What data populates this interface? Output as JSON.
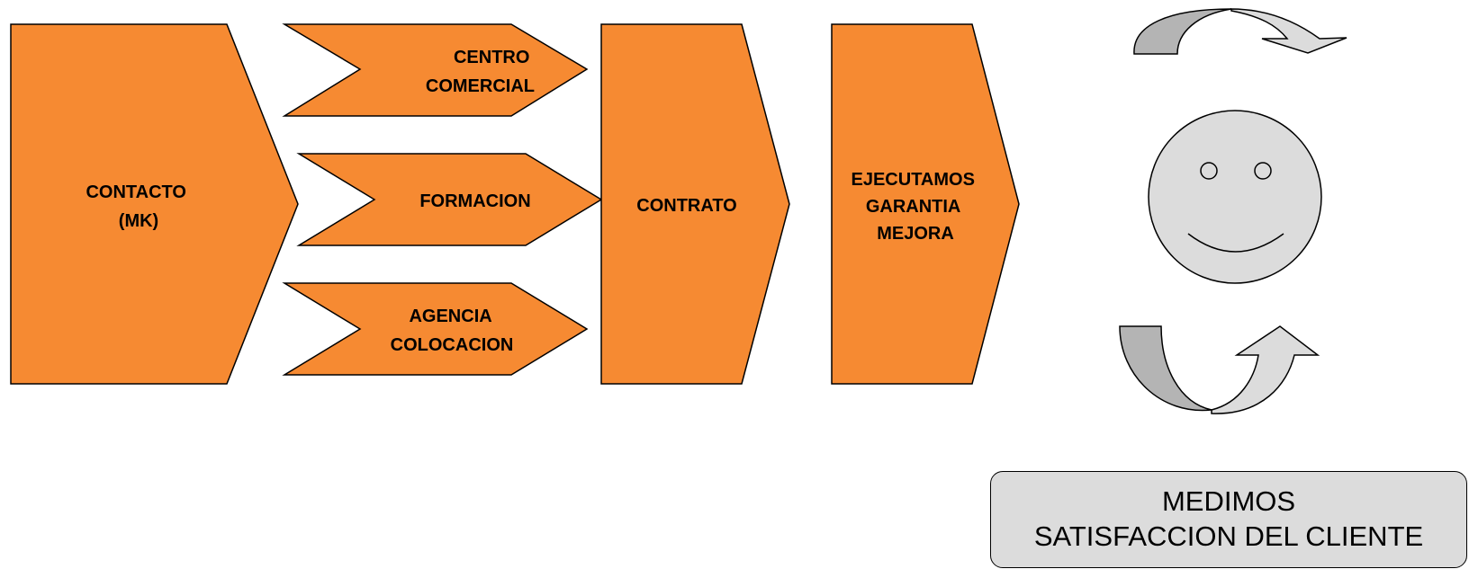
{
  "steps": {
    "contacto": [
      "CONTACTO",
      "(MK)"
    ],
    "centro_comercial": [
      "CENTRO",
      "COMERCIAL"
    ],
    "formacion": [
      "FORMACION"
    ],
    "agencia_colocacion": [
      "AGENCIA",
      "COLOCACION"
    ],
    "contrato": [
      "CONTRATO"
    ],
    "ejecutamos": [
      "EJECUTAMOS",
      "GARANTIA",
      "MEJORA"
    ]
  },
  "satisfaction": {
    "lines": [
      "MEDIMOS",
      "SATISFACCION DEL CLIENTE"
    ]
  },
  "colors": {
    "orange": "#f68a32",
    "grey_light": "#dcdcdc",
    "grey_dark": "#b4b4b4",
    "outline": "#000000"
  },
  "icons": {
    "face": "smiley-face-icon",
    "arrow_top": "curved-arrow-right-icon",
    "arrow_bottom": "curved-arrow-up-icon"
  }
}
